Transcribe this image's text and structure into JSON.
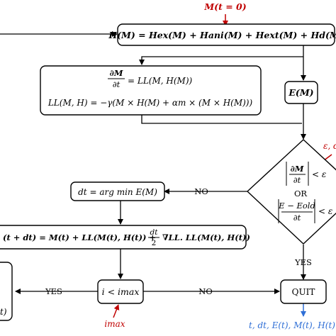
{
  "colors": {
    "stroke": "#000000",
    "input_arrow": "#c00000",
    "output_arrow": "#2f6fd6",
    "input_text": "#c00000",
    "output_text": "#2f6fd6",
    "box_fill": "#ffffff"
  },
  "initial_input": "M(t = 0)",
  "tolerance_input": "ε, dt",
  "field_box": "H(M) = Hex(M) + Hani(M) + Hext(M) + Hd(M)",
  "llg_box": {
    "line1_lhs_num": "∂M",
    "line1_lhs_den": "∂t",
    "line1_rhs": "= LL(M, H(M))",
    "line2": "LL(M, H) = −γ(M × H(M) + αm × (M × H(M)))"
  },
  "energy_box": "E(M)",
  "decision": {
    "line1_num": "∂M",
    "line1_den": "∂t",
    "line1_rel": "< ε",
    "or_label": "OR",
    "line2_num": "E − Eold",
    "line2_den": "∂t",
    "line2_rel": "< ε"
  },
  "dt_box": "dt = arg min E(M)",
  "update_box": {
    "lhs": "(t + dt) = M(t) + LL(M(t), H(t)) +",
    "frac_num": "dt",
    "frac_den": "2",
    "rhs": "∇LL. LL(M(t), H(t))"
  },
  "iteration_check": "i < imax",
  "iteration_input": "imax",
  "quit_box": "QUIT",
  "output_label": "t, dt, E(t), M(t), H(t)",
  "edge_labels": {
    "no_decision": "NO",
    "yes_decision": "YES",
    "no_iteration": "NO",
    "yes_iteration": "YES"
  },
  "left_box_fragment": "t)"
}
